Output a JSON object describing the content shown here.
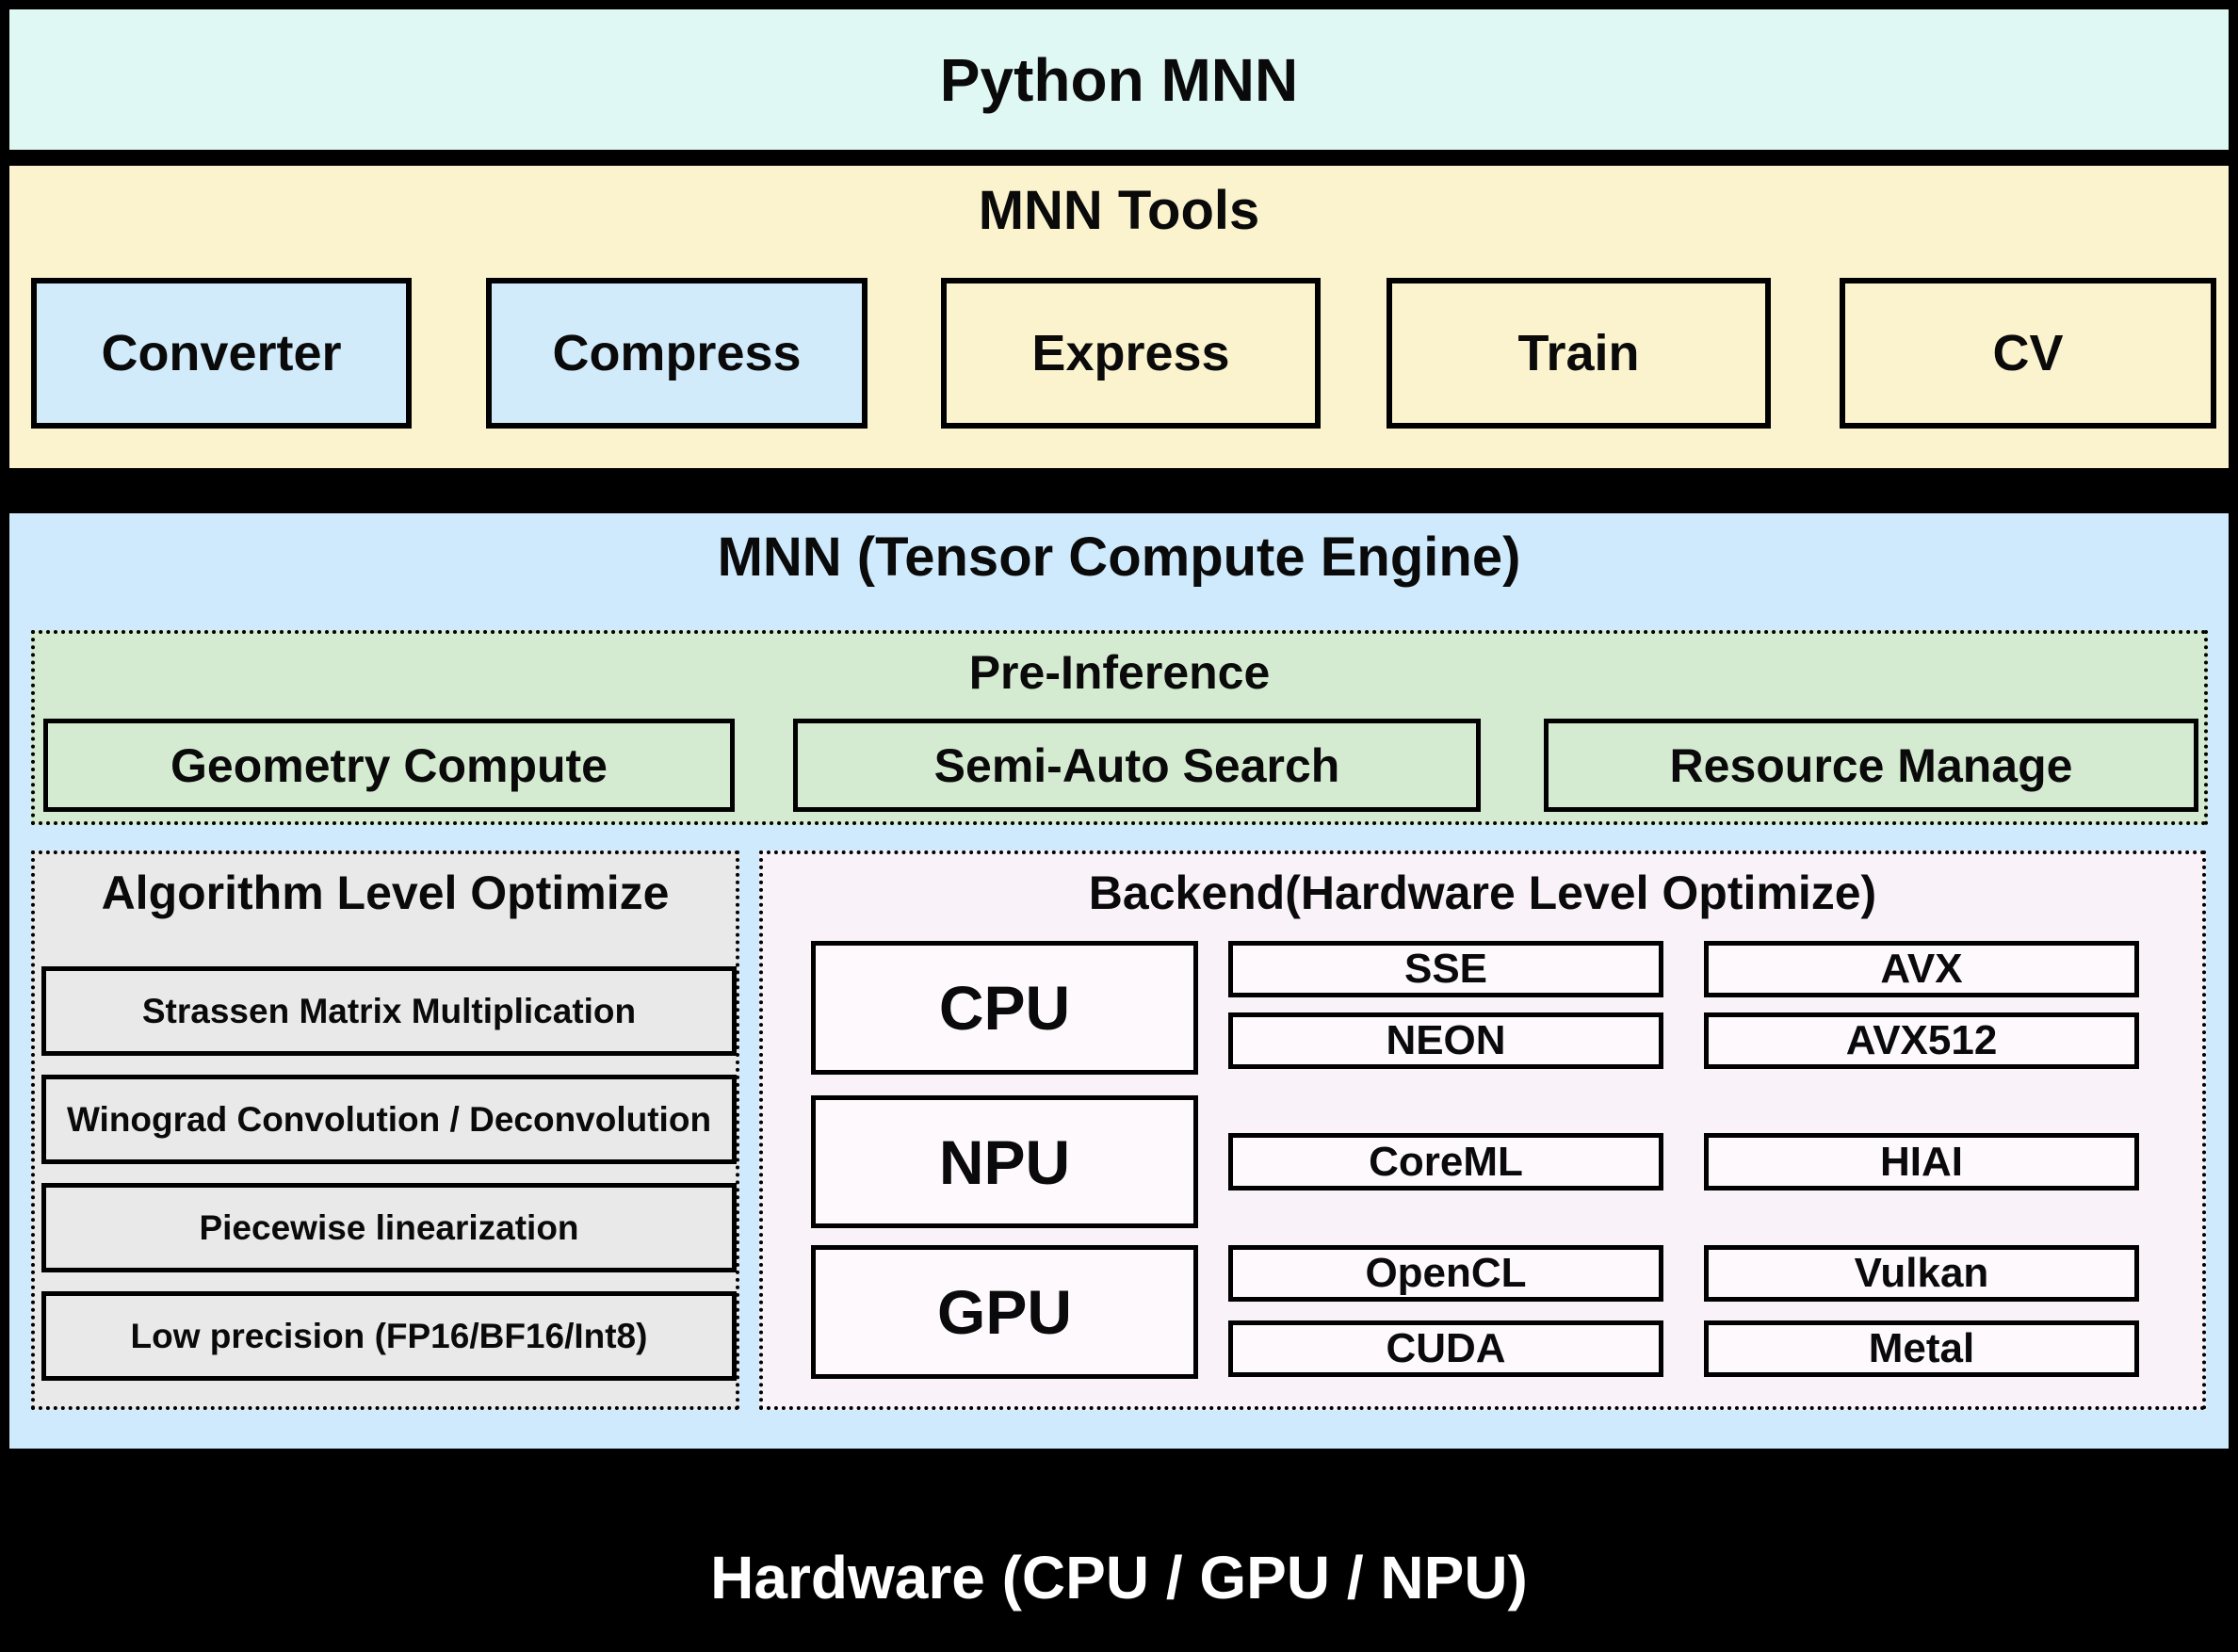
{
  "palette": {
    "frame_black": "#000000",
    "python_band_bg": "#e0f8f4",
    "tools_band_bg": "#fbf3ce",
    "tool_box_highlight_bg": "#d2ebfb",
    "engine_band_bg": "#cfeafc",
    "pre_inference_bg": "#d4ebd1",
    "algorithm_bg": "#e9e9e9",
    "backend_bg": "#f9f2f9",
    "backend_box_bg": "#fdf9fd",
    "hardware_text": "#ffffff"
  },
  "python_band": {
    "title": "Python MNN"
  },
  "tools_band": {
    "title": "MNN Tools",
    "tools": [
      {
        "label": "Converter",
        "highlighted": true
      },
      {
        "label": "Compress",
        "highlighted": true
      },
      {
        "label": "Express",
        "highlighted": false
      },
      {
        "label": "Train",
        "highlighted": false
      },
      {
        "label": "CV",
        "highlighted": false
      }
    ]
  },
  "engine_band": {
    "title": "MNN (Tensor Compute Engine)",
    "pre_inference": {
      "title": "Pre-Inference",
      "modules": [
        "Geometry Compute",
        "Semi-Auto Search",
        "Resource Manage"
      ]
    },
    "algorithm": {
      "title": "Algorithm Level Optimize",
      "items": [
        "Strassen Matrix Multiplication",
        "Winograd Convolution / Deconvolution",
        "Piecewise linearization",
        "Low precision (FP16/BF16/Int8)"
      ]
    },
    "backend": {
      "title": "Backend(Hardware Level Optimize)",
      "groups": [
        {
          "processor": "CPU",
          "rows": [
            [
              "SSE",
              "AVX"
            ],
            [
              "NEON",
              "AVX512"
            ]
          ]
        },
        {
          "processor": "NPU",
          "rows": [
            [
              "CoreML",
              "HIAI"
            ]
          ]
        },
        {
          "processor": "GPU",
          "rows": [
            [
              "OpenCL",
              "Vulkan"
            ],
            [
              "CUDA",
              "Metal"
            ]
          ]
        }
      ]
    }
  },
  "hardware_band": {
    "title": "Hardware (CPU / GPU / NPU)"
  }
}
